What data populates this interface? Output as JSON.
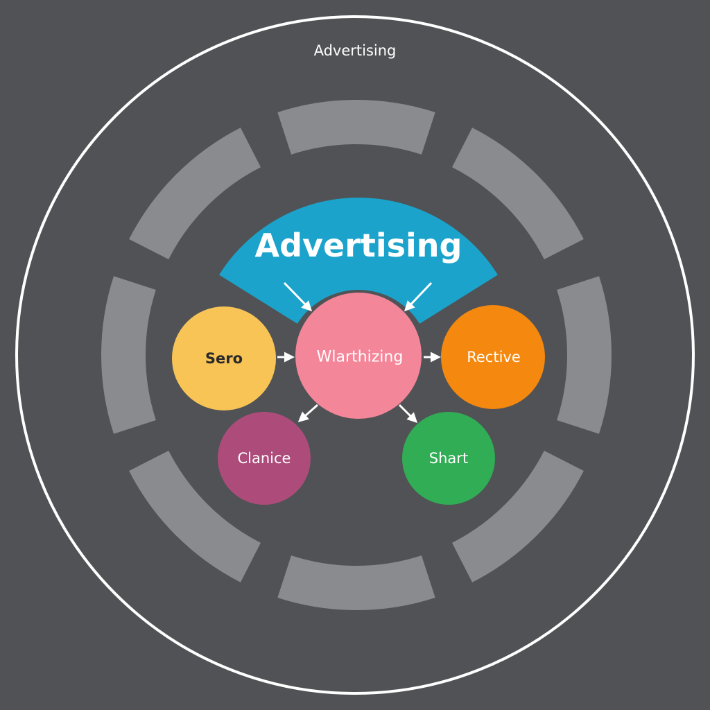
{
  "outer_label": "Advertising",
  "banner_title": "Advertising",
  "nodes": {
    "center": {
      "label": "Wlarthizing",
      "color": "#f4869a"
    },
    "left": {
      "label": "Sero",
      "color": "#f8c456"
    },
    "right": {
      "label": "Rective",
      "color": "#f5880f"
    },
    "bottom_left": {
      "label": "Clanice",
      "color": "#ad4c7a"
    },
    "bottom_right": {
      "label": "Shart",
      "color": "#31ad55"
    }
  },
  "colors": {
    "background": "#505255",
    "ring": "#8a8b8e",
    "banner": "#1ba3cb",
    "outline": "#ffffff"
  }
}
